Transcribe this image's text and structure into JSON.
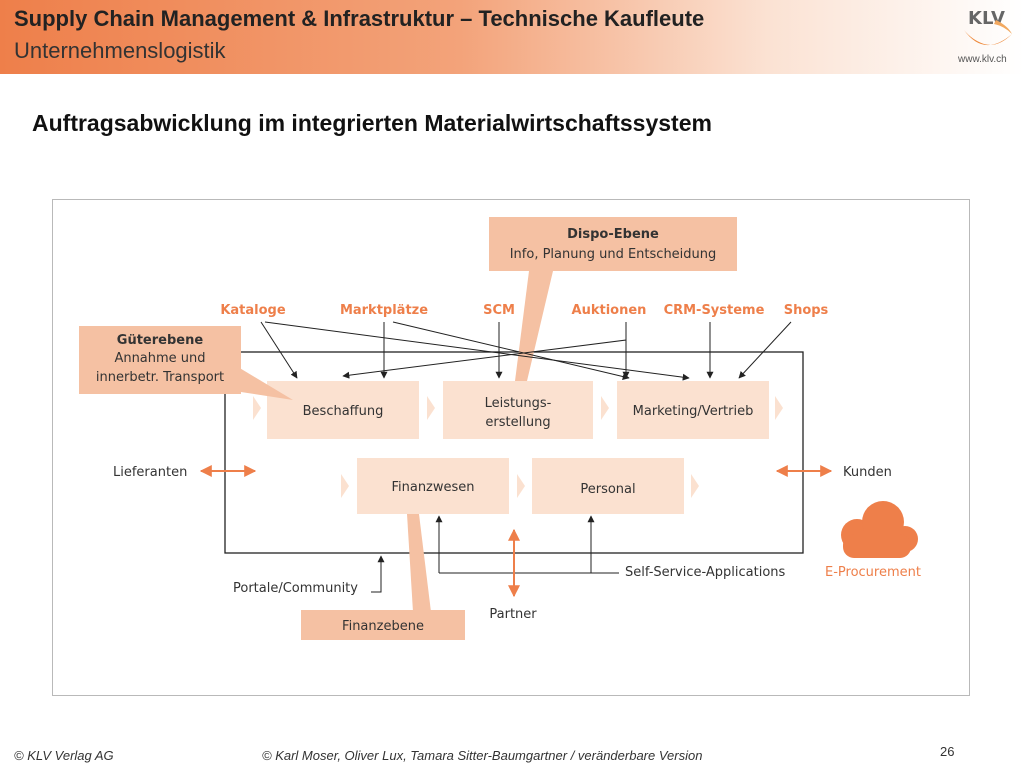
{
  "header": {
    "title": "Supply Chain Management & Infrastruktur – Technische Kaufleute",
    "subtitle": "Unternehmenslogistik",
    "logo_text": "KLV",
    "logo_url": "www.klv.ch"
  },
  "page_title": "Auftragsabwicklung im integrierten Materialwirtschaftssystem",
  "diagram": {
    "dispo": {
      "title": "Dispo-Ebene",
      "text": "Info, Planung und Entscheidung"
    },
    "gueter": {
      "title": "Güterebene",
      "line1": "Annahme und",
      "line2": "innerbetr. Transport"
    },
    "sources": [
      "Kataloge",
      "Marktplätze",
      "SCM",
      "Auktionen",
      "CRM-Systeme",
      "Shops"
    ],
    "processes": {
      "beschaffung": "Beschaffung",
      "leistung1": "Leistungs-",
      "leistung2": "erstellung",
      "marketing": "Marketing/Vertrieb",
      "finanz": "Finanzwesen",
      "personal": "Personal"
    },
    "lieferanten": "Lieferanten",
    "kunden": "Kunden",
    "portale": "Portale/Community",
    "self_service": "Self-Service-Applications",
    "eprocurement": "E-Procurement",
    "partner": "Partner",
    "finanzebene": "Finanzebene"
  },
  "colors": {
    "accent": "#ee7f4a",
    "box": "#fbe1d0",
    "label_box": "#f5c1a3"
  },
  "footer": {
    "left": "© KLV Verlag AG",
    "center": "© Karl Moser, Oliver Lux, Tamara Sitter-Baumgartner / veränderbare Version",
    "page": "26"
  }
}
